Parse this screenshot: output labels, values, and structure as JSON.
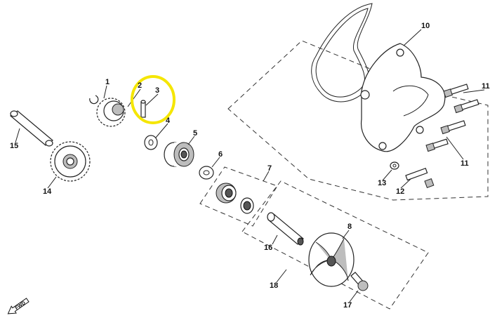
{
  "diagram": {
    "callouts": [
      "1",
      "2",
      "3",
      "4",
      "5",
      "6",
      "7",
      "8",
      "10",
      "11",
      "11",
      "12",
      "13",
      "14",
      "15",
      "16",
      "17",
      "18"
    ],
    "forward_label": "FWD",
    "highlight_color": "#f5e600"
  }
}
